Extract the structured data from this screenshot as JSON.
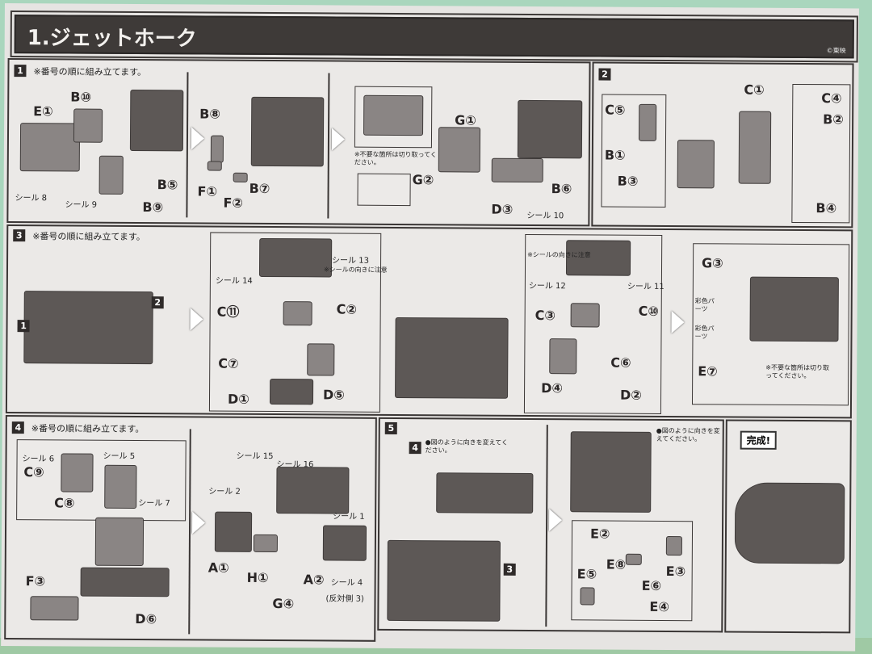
{
  "header": {
    "title": "1.ジェットホーク",
    "copyright": "©東映"
  },
  "step1": {
    "num": "1",
    "note": "※番号の順に組み立てます。",
    "cut_note": "※不要な箇所は切り取ってください。",
    "parts": [
      "E①",
      "B⑩",
      "B⑤",
      "B⑨",
      "B⑧",
      "F①",
      "F②",
      "B⑦",
      "G①",
      "G②",
      "D③",
      "B⑥"
    ],
    "seals": [
      "シール 8",
      "シール 9",
      "シール 10"
    ]
  },
  "step2": {
    "num": "2",
    "parts": [
      "C⑤",
      "B①",
      "B③",
      "C①",
      "C④",
      "B②",
      "B④"
    ]
  },
  "step3": {
    "num": "3",
    "note": "※番号の順に組み立てます。",
    "callouts": [
      "1",
      "2"
    ],
    "parts": [
      "C⑪",
      "C②",
      "C⑦",
      "D①",
      "D⑤",
      "C③",
      "C⑩",
      "C⑥",
      "D④",
      "D②",
      "G③",
      "E⑦"
    ],
    "seals": [
      "シール 14",
      "シール 13",
      "シール 12",
      "シール 11"
    ],
    "seal_note": "※シールの向きに注意",
    "color_part": "彩色パーツ",
    "cut_note": "※不要な箇所は切り取ってください。"
  },
  "step4": {
    "num": "4",
    "note": "※番号の順に組み立てます。",
    "parts": [
      "C⑨",
      "C⑧",
      "F③",
      "D⑥",
      "A①",
      "H①",
      "G④",
      "A②"
    ],
    "seals": [
      "シール 6",
      "シール 5",
      "シール 7",
      "シール 15",
      "シール 16",
      "シール 2",
      "シール 1",
      "シール 4"
    ],
    "opposite": "(反対側 3)"
  },
  "step5": {
    "num": "5",
    "orient_note": "●図のように向きを変えてください。",
    "callouts": [
      "4",
      "3"
    ],
    "parts": [
      "E②",
      "E⑧",
      "E⑤",
      "E⑥",
      "E③",
      "E④"
    ]
  },
  "complete": "完成!"
}
